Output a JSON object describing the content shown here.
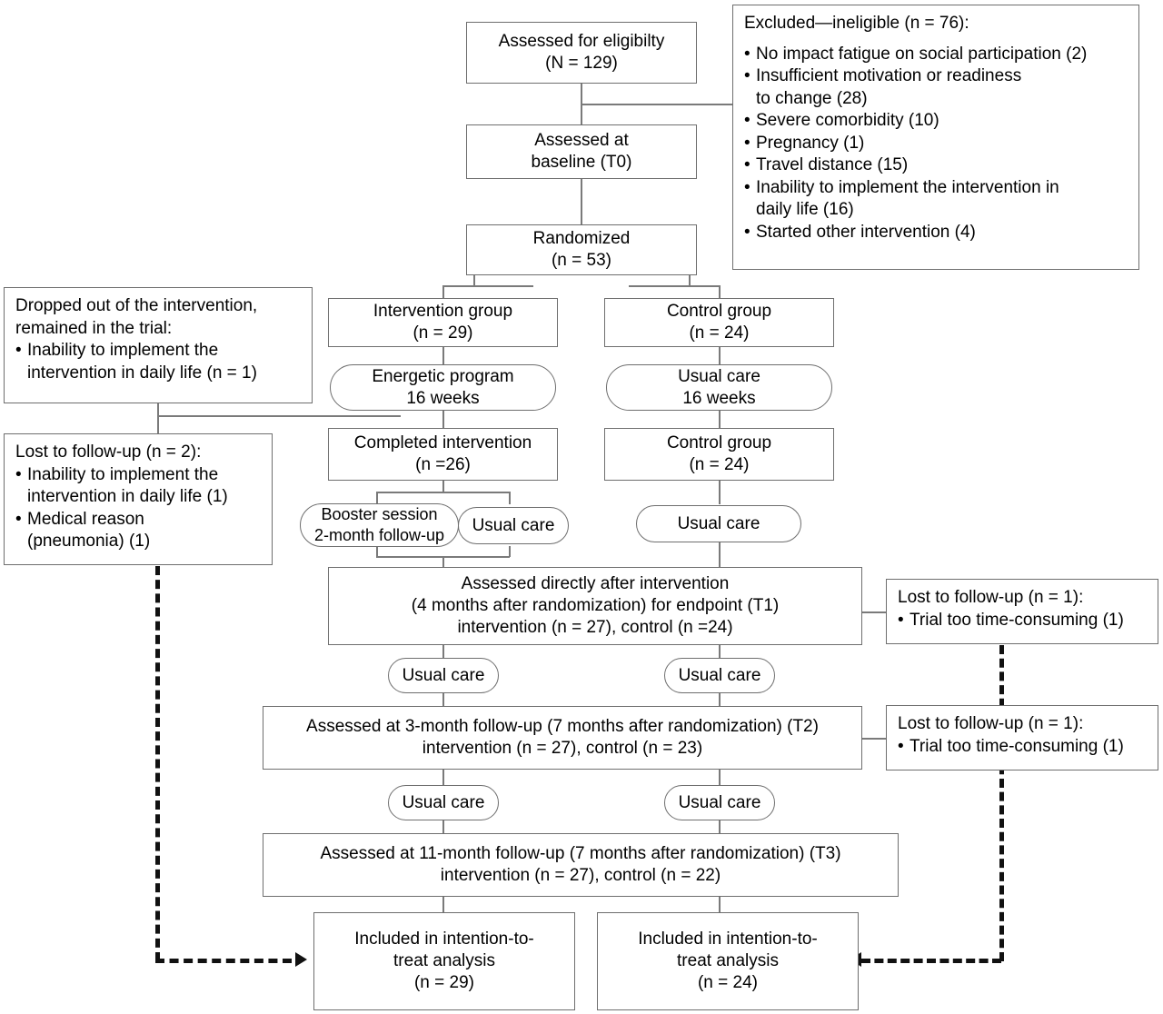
{
  "diagram": {
    "type": "consort-flow-diagram",
    "nodes": {
      "assessed_eligibility": "Assessed for eligibilty\n(N = 129)",
      "excluded_heading": "Excluded—ineligible (n = 76):",
      "excluded_reasons": [
        "No impact fatigue on social participation (2)",
        "Insufficient motivation or readiness\n to change (28)",
        "Severe comorbidity (10)",
        "Pregnancy (1)",
        "Travel distance (15)",
        "Inability to implement the intervention in\n daily life (16)",
        "Started other intervention (4)"
      ],
      "assessed_baseline": "Assessed at\nbaseline (T0)",
      "randomized": "Randomized\n(n = 53)",
      "dropped_heading": "Dropped out of the intervention,\nremained in the trial:",
      "dropped_reasons": [
        "Inability to implement the\n intervention in daily life (n = 1)"
      ],
      "lost_followup_left_heading": "Lost to follow-up (n = 2):",
      "lost_followup_left_reasons": [
        "Inability to implement the\n intervention in daily life (1)",
        "Medical reason\n (pneumonia) (1)"
      ],
      "intervention_group": "Intervention group\n(n = 29)",
      "control_group": "Control group\n(n = 24)",
      "energetic_program": "Energetic program\n16 weeks",
      "usual_care_16_weeks": "Usual care\n16 weeks",
      "completed_intervention": "Completed intervention\n(n =26)",
      "control_group_2": "Control group\n(n = 24)",
      "booster_session": "Booster session\n2-month follow-up",
      "usual_care_booster": "Usual care",
      "usual_care_control_1": "Usual care",
      "assessed_t1": "Assessed directly after intervention\n(4 months after randomization) for endpoint (T1)\nintervention (n = 27), control (n =24)",
      "lost_followup_t1_heading": "Lost to follow-up (n = 1):",
      "lost_followup_t1_reasons": [
        "Trial too time-consuming (1)"
      ],
      "usual_care_t2_left": "Usual care",
      "usual_care_t2_right": "Usual care",
      "assessed_t2": "Assessed at 3-month follow-up (7 months after randomization) (T2)\nintervention (n = 27), control (n = 23)",
      "lost_followup_t2_heading": "Lost to follow-up (n = 1):",
      "lost_followup_t2_reasons": [
        "Trial too time-consuming (1)"
      ],
      "usual_care_t3_left": "Usual care",
      "usual_care_t3_right": "Usual care",
      "assessed_t3": "Assessed at 11-month follow-up (7 months after randomization) (T3)\nintervention (n = 27), control (n = 22)",
      "itt_intervention": "Included in intention-to-\ntreat analysis\n(n = 29)",
      "itt_control": "Included in intention-to-\ntreat analysis\n(n = 24)"
    },
    "colors": {
      "box_border": "#6e6e6e",
      "connector": "#7a7a7a",
      "dashed": "#111111",
      "background": "#ffffff",
      "text": "#000000"
    }
  }
}
